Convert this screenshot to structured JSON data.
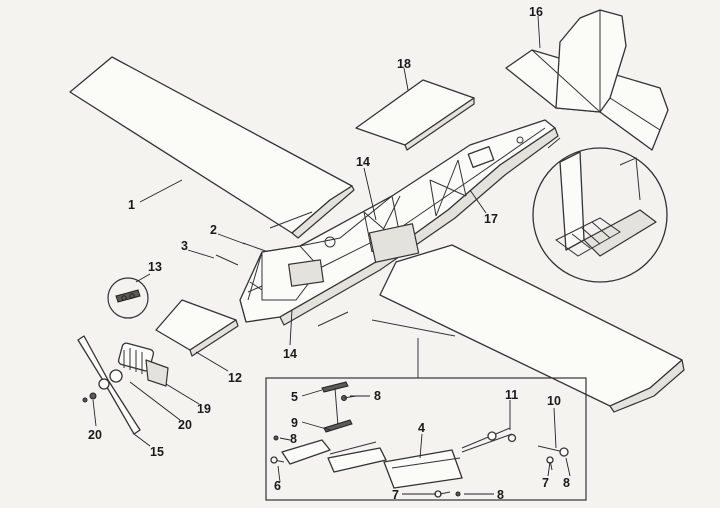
{
  "diagram": {
    "callouts": [
      {
        "id": "c1",
        "text": "1"
      },
      {
        "id": "c2",
        "text": "2"
      },
      {
        "id": "c3",
        "text": "3"
      },
      {
        "id": "c4",
        "text": "4"
      },
      {
        "id": "c5",
        "text": "5"
      },
      {
        "id": "c6",
        "text": "6"
      },
      {
        "id": "c7a",
        "text": "7"
      },
      {
        "id": "c7b",
        "text": "7"
      },
      {
        "id": "c8a",
        "text": "8"
      },
      {
        "id": "c8b",
        "text": "8"
      },
      {
        "id": "c8c",
        "text": "8"
      },
      {
        "id": "c8d",
        "text": "8"
      },
      {
        "id": "c9",
        "text": "9"
      },
      {
        "id": "c10",
        "text": "10"
      },
      {
        "id": "c11",
        "text": "11"
      },
      {
        "id": "c12",
        "text": "12"
      },
      {
        "id": "c13",
        "text": "13"
      },
      {
        "id": "c14a",
        "text": "14"
      },
      {
        "id": "c14b",
        "text": "14"
      },
      {
        "id": "c15",
        "text": "15"
      },
      {
        "id": "c16",
        "text": "16"
      },
      {
        "id": "c17",
        "text": "17"
      },
      {
        "id": "c18",
        "text": "18"
      },
      {
        "id": "c19",
        "text": "19"
      },
      {
        "id": "c20a",
        "text": "20"
      },
      {
        "id": "c20b",
        "text": "20"
      }
    ]
  }
}
